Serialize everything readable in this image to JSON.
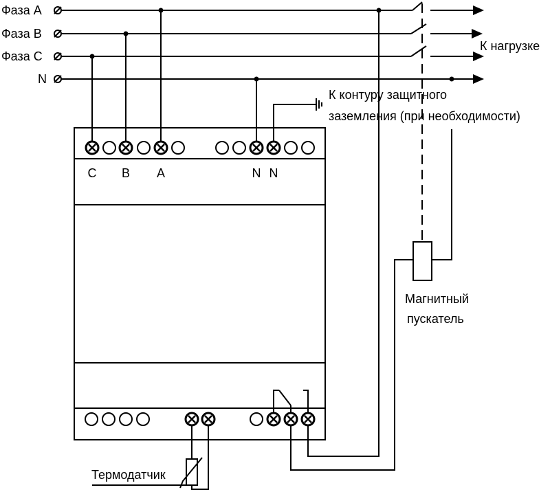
{
  "phases": {
    "a": "Фаза A",
    "b": "Фаза B",
    "c": "Фаза C",
    "n": "N"
  },
  "load_label": "К нагрузке",
  "ground_label_line1": "К контуру защитного",
  "ground_label_line2": "заземления (при необходимости)",
  "terminal_labels": {
    "c": "C",
    "b": "B",
    "a": "A",
    "n1": "N",
    "n2": "N"
  },
  "starter_label_line1": "Магнитный",
  "starter_label_line2": "пускатель",
  "sensor_label": "Термодатчик",
  "colors": {
    "line": "#000000",
    "background": "#ffffff"
  }
}
